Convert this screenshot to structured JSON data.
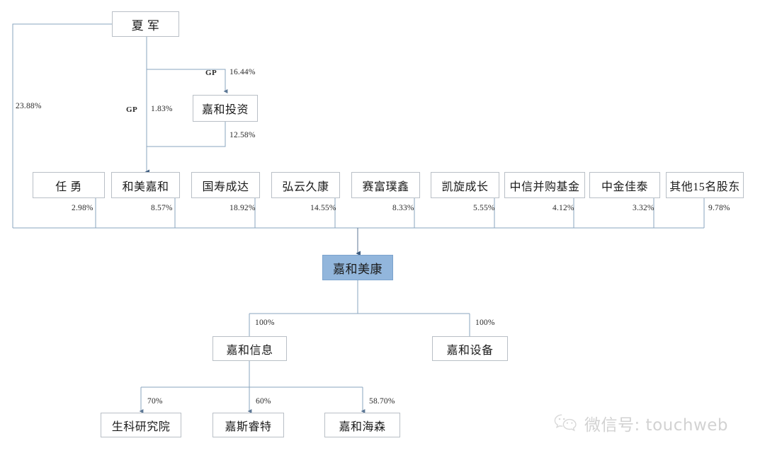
{
  "diagram": {
    "type": "ownership-structure-chart",
    "colors": {
      "line": "#8aa6bf",
      "line_dark": "#5c7795",
      "box_border": "#b9bfc6",
      "highlight_fill": "#92b6dc",
      "text": "#1b1b1b",
      "watermark": "#d2d2d2"
    },
    "nodes": {
      "root": {
        "label": "夏 军"
      },
      "fund": {
        "label": "嘉和投资"
      },
      "company": {
        "label": "嘉和美康"
      },
      "shareholders": [
        {
          "label": "任 勇",
          "percent": "2.98%"
        },
        {
          "label": "和美嘉和",
          "percent": "8.57%"
        },
        {
          "label": "国寿成达",
          "percent": "18.92%"
        },
        {
          "label": "弘云久康",
          "percent": "14.55%"
        },
        {
          "label": "赛富璞鑫",
          "percent": "8.33%"
        },
        {
          "label": "凯旋成长",
          "percent": "5.55%"
        },
        {
          "label": "中信并购基金",
          "percent": "4.12%"
        },
        {
          "label": "中金佳泰",
          "percent": "3.32%"
        },
        {
          "label": "其他15名股东",
          "percent": "9.78%"
        }
      ],
      "subsidiaries": [
        {
          "label": "嘉和信息",
          "percent": "100%"
        },
        {
          "label": "嘉和设备",
          "percent": "100%"
        }
      ],
      "grandchildren": [
        {
          "label": "生科研究院",
          "percent": "70%"
        },
        {
          "label": "嘉斯睿特",
          "percent": "60%"
        },
        {
          "label": "嘉和海森",
          "percent": "58.70%"
        }
      ]
    },
    "edge_labels": {
      "root_to_company": "23.88%",
      "root_to_hemeijiahe_gp": "GP",
      "root_to_hemeijiahe_pct": "1.83%",
      "root_to_fund_gp": "GP",
      "root_to_fund_pct": "16.44%",
      "fund_to_hemeijiahe_pct": "12.58%"
    }
  },
  "watermark": {
    "icon": "wechat-icon",
    "text": "微信号: touchweb"
  }
}
